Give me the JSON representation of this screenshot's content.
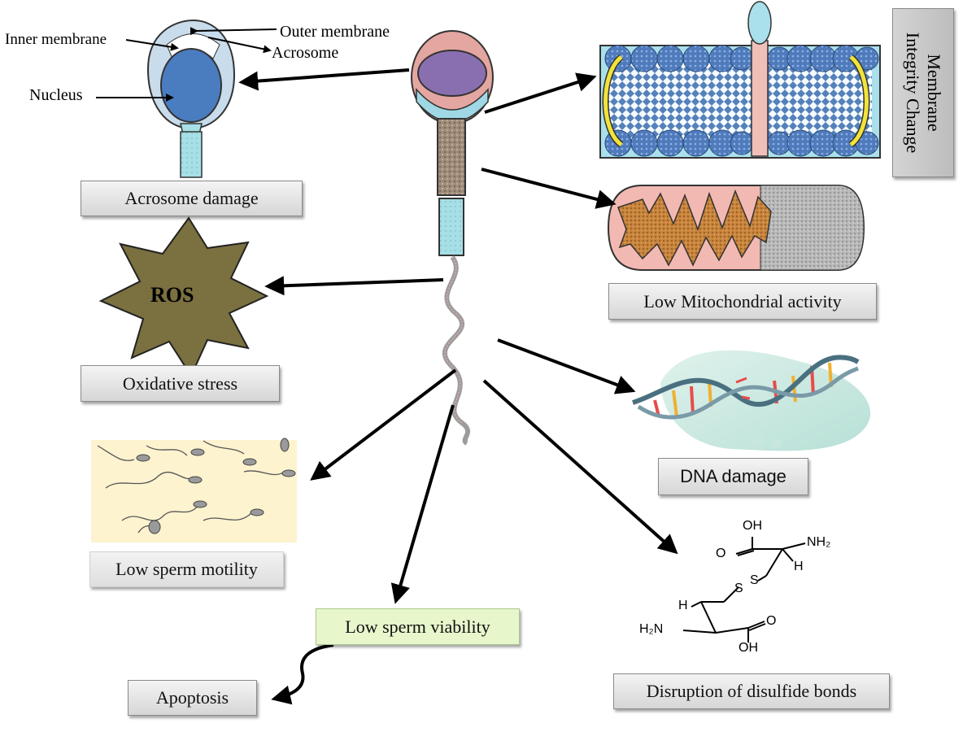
{
  "labels": {
    "inner_membrane": "Inner membrane",
    "outer_membrane": "Outer membrane",
    "acrosome": "Acrosome",
    "nucleus": "Nucleus",
    "ros": "ROS",
    "membrane_line1": "Membrane",
    "membrane_line2": "Integrity Change"
  },
  "boxes": {
    "acrosome_damage": "Acrosome damage",
    "oxidative_stress": "Oxidative stress",
    "low_motility": "Low sperm motility",
    "low_viability": "Low sperm viability",
    "apoptosis": "Apoptosis",
    "low_mito": "Low Mitochondrial activity",
    "dna_damage": "DNA damage",
    "disulfide": "Disruption of disulfide bonds"
  },
  "chemistry": {
    "oh_top": "OH",
    "o_top": "O",
    "nh2": "NH₂",
    "h_top": "H",
    "s1": "S",
    "s2": "S",
    "h_bottom": "H",
    "h2n": "H₂N",
    "o_bottom": "O",
    "oh_bottom": "OH"
  },
  "colors": {
    "nucleus": "#4a7cc0",
    "acrosome_cap": "#e0a4a0",
    "acrosome_inner": "#8a6fb0",
    "midpiece": "#9a8878",
    "membrane_bg": "#a9e0ec",
    "ros_star": "#7a7040",
    "mitochondria_cristae": "#c8843c",
    "viability_box": "#e8f6cc",
    "motility_bg": "#fdf3cf"
  }
}
